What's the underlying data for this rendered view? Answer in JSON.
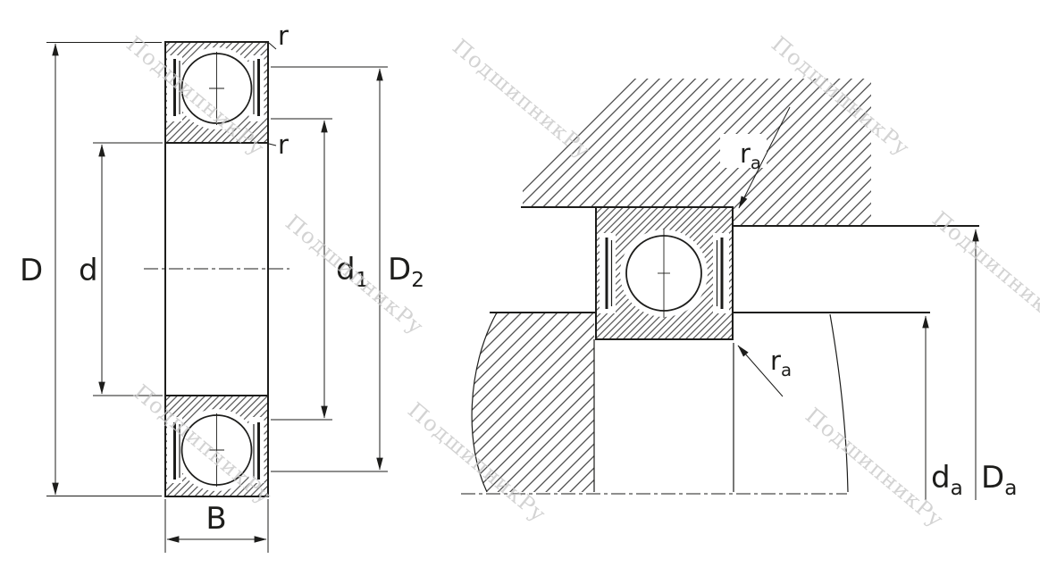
{
  "watermark": {
    "text": "ПодшипникРу",
    "color": "#c9c9c9"
  },
  "colors": {
    "line": "#1d1d1b",
    "background": "#ffffff"
  },
  "left_view": {
    "labels": {
      "D": "D",
      "d": "d",
      "d1": {
        "main": "d",
        "sub": "1"
      },
      "D2": {
        "main": "D",
        "sub": "2"
      },
      "B": "B",
      "r_outer": "r",
      "r_inner": "r"
    }
  },
  "right_view": {
    "labels": {
      "ra_top": {
        "main": "r",
        "sub": "a"
      },
      "ra_bottom": {
        "main": "r",
        "sub": "a"
      },
      "da": {
        "main": "d",
        "sub": "a"
      },
      "Da": {
        "main": "D",
        "sub": "a"
      }
    }
  }
}
